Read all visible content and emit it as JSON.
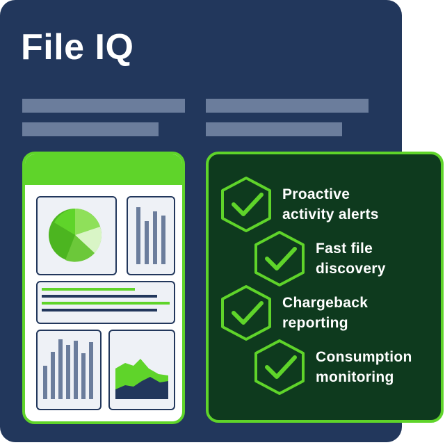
{
  "header": {
    "title": "File IQ"
  },
  "colors": {
    "panel": "#22375c",
    "accent": "#5fd42a",
    "feature_bg": "#0e3a1e",
    "placeholder_bar": "#6b7d9c"
  },
  "features": [
    {
      "label": "Proactive\nactivity alerts",
      "icon": "hexagon-check-icon"
    },
    {
      "label": "Fast file\ndiscovery",
      "icon": "hexagon-check-icon"
    },
    {
      "label": "Chargeback\nreporting",
      "icon": "hexagon-check-icon"
    },
    {
      "label": "Consumption\nmonitoring",
      "icon": "hexagon-check-icon"
    }
  ]
}
